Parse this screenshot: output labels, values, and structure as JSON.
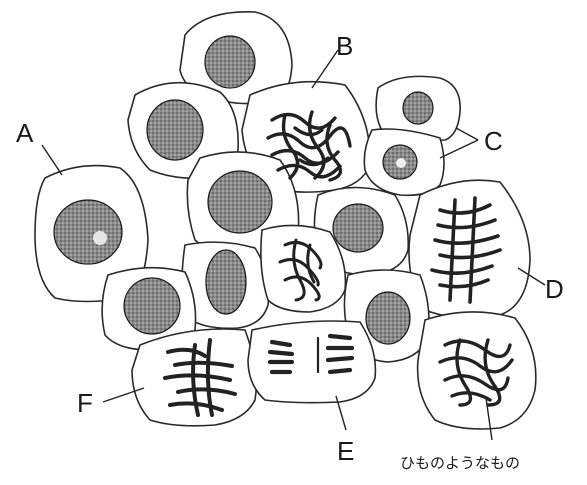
{
  "labels": {
    "A": "A",
    "B": "B",
    "C": "C",
    "D": "D",
    "E": "E",
    "F": "F"
  },
  "annotation": "ひものようなもの",
  "colors": {
    "outline": "#2a2a2a",
    "ink": "#1a1a1a",
    "nucleus": "#7a7a7a",
    "chromosome": "#222222"
  }
}
